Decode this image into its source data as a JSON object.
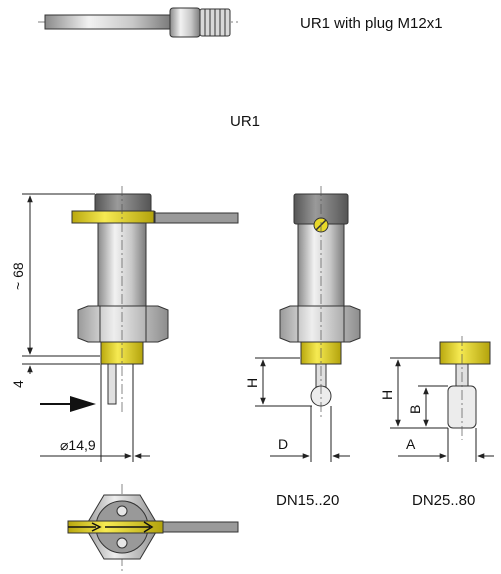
{
  "header": {
    "plug_caption": "UR1 with plug M12x1",
    "model_title": "UR1"
  },
  "dimensions": {
    "height_approx": "~ 68",
    "offset": "4",
    "diameter": "⌀14,9",
    "H": "H",
    "D": "D",
    "B": "B",
    "A": "A"
  },
  "variants": {
    "left": "DN15..20",
    "right": "DN25..80"
  },
  "colors": {
    "brass": "#e8d82a",
    "steel": "#c9c9c9",
    "nut": "#bdbdbd",
    "cap": "#7a7a7a"
  }
}
